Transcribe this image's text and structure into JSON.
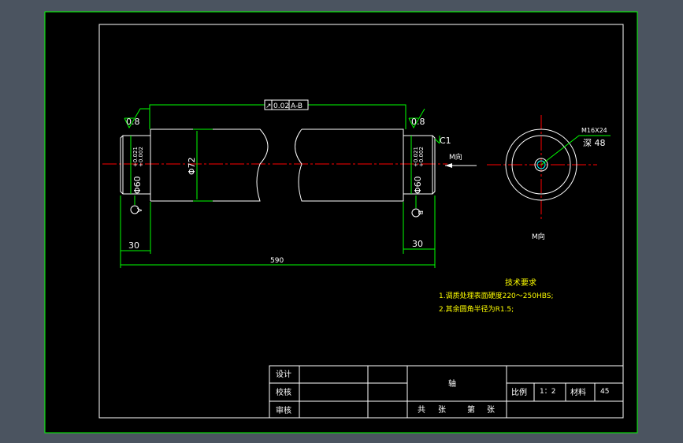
{
  "drawing": {
    "title_block": {
      "label_design": "设计",
      "label_check": "校核",
      "label_review": "审核",
      "part_name": "轴",
      "sheet_total_prefix": "共",
      "sheet_total_suffix": "张",
      "sheet_index_prefix": "第",
      "sheet_index_suffix": "张",
      "scale_label": "比例",
      "scale_value": "1：2",
      "material_label": "材料",
      "material_value": "45"
    },
    "tech_requirements": {
      "heading": "技术要求",
      "items": [
        "1.调质处理表面硬度220～250HBS;",
        "2.其余圆角半径为R1.5;"
      ]
    },
    "dimensions": {
      "overall_length": "590",
      "left_shoulder": "30",
      "right_shoulder": "30",
      "journal_dia_left": "Φ60",
      "journal_dia_right": "Φ60",
      "tol_upper": "+0.021",
      "tol_lower": "+0.002",
      "body_dia": "Φ72",
      "chamfer": "C1",
      "roughness_left": "0.8",
      "roughness_right": "0.8",
      "runout_symbol": "↗",
      "runout_value": "0.02",
      "runout_datum": "A-B",
      "datum_a": "A",
      "datum_b": "B"
    },
    "section_view": {
      "direction_label": "M向",
      "view_caption": "M向",
      "thread_spec": "M16X24",
      "thread_depth": "深 48"
    }
  }
}
